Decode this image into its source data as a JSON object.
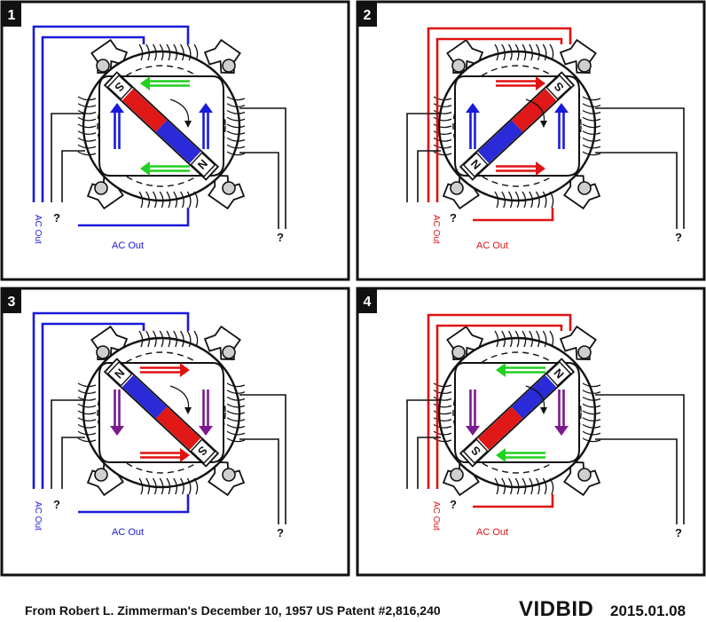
{
  "caption": {
    "source": "From Robert L. Zimmerman's December 10, 1957 US Patent #2,816,240",
    "brand": "VIDBID",
    "date": "2015.01.08"
  },
  "labels": {
    "ac_out": "AC Out",
    "unknown": "?"
  },
  "colors": {
    "blue": "#1a1adb",
    "red": "#e01212",
    "green": "#20d020",
    "purple": "#7a1a8c",
    "magnet_north": "#2a2ad8",
    "magnet_south": "#e01818"
  },
  "panels": [
    {
      "number": "1",
      "wire_color": "blue",
      "magnet_angle": 43,
      "magnet_left": "S",
      "magnet_right": "N",
      "swapped": false,
      "vertical_arrows": "up",
      "vertical_color": "blue",
      "horizontal_arrows": "left",
      "horizontal_color": "green"
    },
    {
      "number": "2",
      "wire_color": "red",
      "magnet_angle": -43,
      "magnet_left": "N",
      "magnet_right": "S",
      "swapped": true,
      "vertical_arrows": "up",
      "vertical_color": "blue",
      "horizontal_arrows": "right",
      "horizontal_color": "red"
    },
    {
      "number": "3",
      "wire_color": "blue",
      "magnet_angle": 43,
      "magnet_left": "N",
      "magnet_right": "S",
      "swapped": false,
      "vertical_arrows": "down",
      "vertical_color": "purple",
      "horizontal_arrows": "right",
      "horizontal_color": "red"
    },
    {
      "number": "4",
      "wire_color": "red",
      "magnet_angle": -43,
      "magnet_left": "S",
      "magnet_right": "N",
      "swapped": true,
      "vertical_arrows": "down",
      "vertical_color": "purple",
      "horizontal_arrows": "left",
      "horizontal_color": "green"
    }
  ]
}
